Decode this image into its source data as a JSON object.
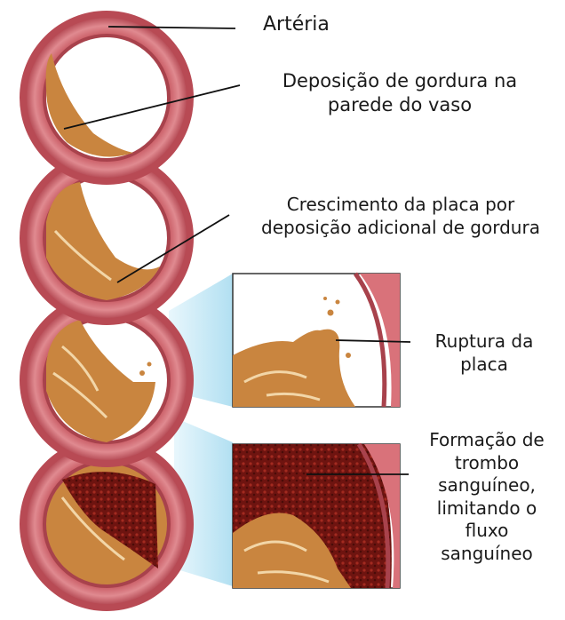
{
  "labels": {
    "arteria": "Artéria",
    "deposicao": [
      "Deposição de gordura na",
      "parede do vaso"
    ],
    "crescimento": [
      "Crescimento da placa por",
      "deposição adicional de gordura"
    ],
    "ruptura": [
      "Ruptura da",
      "placa"
    ],
    "trombo": [
      "Formação de",
      "trombo",
      "sanguíneo,",
      "limitando o",
      "fluxo",
      "sanguíneo"
    ]
  },
  "colors": {
    "artery_wall": "#d9727a",
    "artery_wall_dark": "#b2474f",
    "lumen": "#ffffff",
    "plaque": "#c9853f",
    "plaque_dark": "#8a4d1c",
    "thrombus": "#7a1a14",
    "zoom_highlight": "#bfe6f5"
  }
}
